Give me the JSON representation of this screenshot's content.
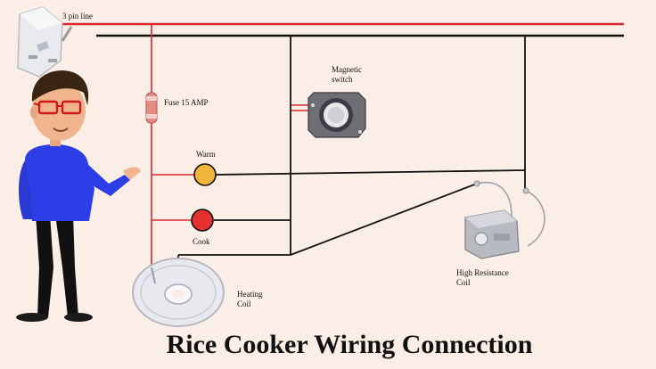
{
  "diagram": {
    "title": "Rice Cooker Wiring Connection",
    "labels": {
      "supply": "3 pin line",
      "fuse": "Fuse 15 AMP",
      "magnetic_switch_line1": "Magnetic",
      "magnetic_switch_line2": "switch",
      "warm": "Warm",
      "cook": "Cook",
      "heating_coil_line1": "Heating",
      "heating_coil_line2": "Coil",
      "hr_coil_line1": "High Resistance",
      "hr_coil_line2": "Coil"
    },
    "colors": {
      "background": "#fbeee6",
      "live_wire": "#d9292e",
      "neutral_wire": "#111111",
      "warm_lamp": "#f3b43c",
      "cook_lamp": "#e5312f",
      "person_shirt": "#2d3ee6"
    },
    "icons": [
      "plug-icon",
      "fuse-icon",
      "magnetic-switch-icon",
      "heating-coil-icon",
      "high-resistance-coil-icon",
      "presenter-figure"
    ]
  }
}
